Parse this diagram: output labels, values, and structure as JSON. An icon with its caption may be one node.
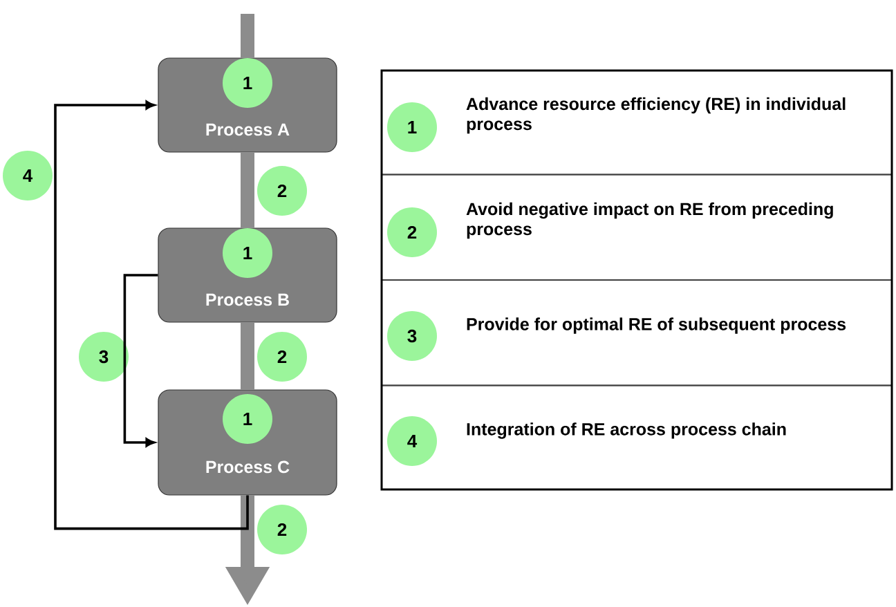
{
  "diagram": {
    "nodes": [
      {
        "text": [
          "Process A"
        ]
      },
      {
        "text": [
          "1"
        ],
        "in": 0
      },
      {
        "text": [
          "Process B"
        ]
      },
      {
        "text": [
          "1"
        ],
        "in": 2
      },
      {
        "text": [
          "Process C"
        ]
      },
      {
        "text": [
          "1"
        ],
        "in": 4
      },
      {
        "text": [],
        "shape": "box"
      },
      {
        "text": [
          "Advance resource efficiency (RE) in individual process"
        ],
        "in": 6
      },
      {
        "text": [
          "1"
        ],
        "in": 7
      },
      {
        "text": [
          "Avoid negative impact on RE from preceding process"
        ],
        "in": 6
      },
      {
        "text": [
          "2"
        ],
        "in": 9
      },
      {
        "text": [
          "Provide for optimal RE of subsequent process"
        ],
        "in": 6
      },
      {
        "text": [
          "3"
        ],
        "in": 11
      },
      {
        "text": [
          "Integration of RE across process chain"
        ],
        "in": 6
      },
      {
        "text": [
          "4"
        ],
        "in": 13
      },
      {
        "text": [
          "4"
        ]
      },
      {
        "text": [
          "2"
        ]
      },
      {
        "text": [
          "3"
        ]
      },
      {
        "text": [
          "2"
        ]
      },
      {
        "text": [
          "2"
        ]
      }
    ],
    "edges": [
      {
        "from": null,
        "to": 0,
        "arrow": "none"
      },
      {
        "from": 0,
        "to": 2,
        "arrow": "none"
      },
      {
        "from": 2,
        "to": 4,
        "arrow": "none"
      },
      {
        "from": 4,
        "to": null,
        "arrow": "to"
      },
      {
        "from": 2,
        "to": 4,
        "arrow": "to",
        "color": "#000000"
      },
      {
        "from": 4,
        "to": 0,
        "arrow": "to",
        "color": "#000000"
      }
    ]
  }
}
